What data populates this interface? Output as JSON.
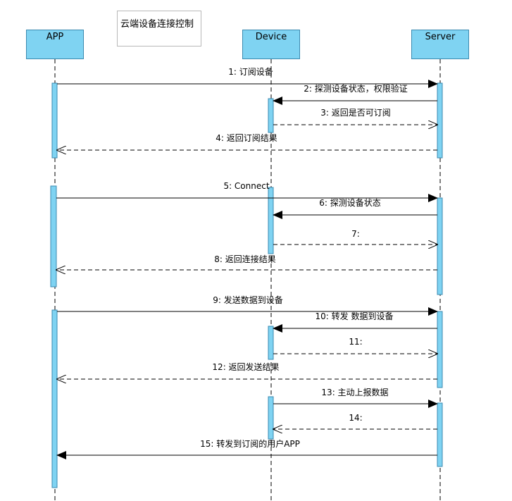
{
  "note": {
    "title": "云端设备连接控制"
  },
  "participants": [
    {
      "id": "app",
      "label": "APP"
    },
    {
      "id": "device",
      "label": "Device"
    },
    {
      "id": "server",
      "label": "Server"
    }
  ],
  "messages": [
    {
      "num": "1",
      "text": "1: 订阅设备",
      "from": "app",
      "to": "server",
      "kind": "sync"
    },
    {
      "num": "2",
      "text": "2: 探测设备状态，权限验证",
      "from": "server",
      "to": "device",
      "kind": "sync"
    },
    {
      "num": "3",
      "text": "3: 返回是否可订阅",
      "from": "device",
      "to": "server",
      "kind": "reply"
    },
    {
      "num": "4",
      "text": "4: 返回订阅结果",
      "from": "server",
      "to": "app",
      "kind": "reply"
    },
    {
      "num": "5",
      "text": "5: Connect",
      "from": "app",
      "to": "server",
      "kind": "sync"
    },
    {
      "num": "6",
      "text": "6: 探测设备状态",
      "from": "server",
      "to": "device",
      "kind": "sync"
    },
    {
      "num": "7",
      "text": "7:",
      "from": "device",
      "to": "server",
      "kind": "reply"
    },
    {
      "num": "8",
      "text": "8: 返回连接结果",
      "from": "server",
      "to": "app",
      "kind": "reply"
    },
    {
      "num": "9",
      "text": "9: 发送数据到设备",
      "from": "app",
      "to": "server",
      "kind": "sync"
    },
    {
      "num": "10",
      "text": "10: 转发 数据到设备",
      "from": "server",
      "to": "device",
      "kind": "sync"
    },
    {
      "num": "11",
      "text": "11:",
      "from": "device",
      "to": "server",
      "kind": "reply"
    },
    {
      "num": "12",
      "text": "12: 返回发送结果",
      "from": "server",
      "to": "app",
      "kind": "reply"
    },
    {
      "num": "13",
      "text": "13: 主动上报数据",
      "from": "device",
      "to": "server",
      "kind": "sync"
    },
    {
      "num": "14",
      "text": "14:",
      "from": "server",
      "to": "device",
      "kind": "reply"
    },
    {
      "num": "15",
      "text": "15: 转发到订阅的用户APP",
      "from": "server",
      "to": "app",
      "kind": "sync"
    }
  ],
  "colors": {
    "participant_fill": "#7fd3f2",
    "participant_border": "#3a8ab0",
    "activation_fill": "#7fd3f2",
    "line": "#000000"
  }
}
